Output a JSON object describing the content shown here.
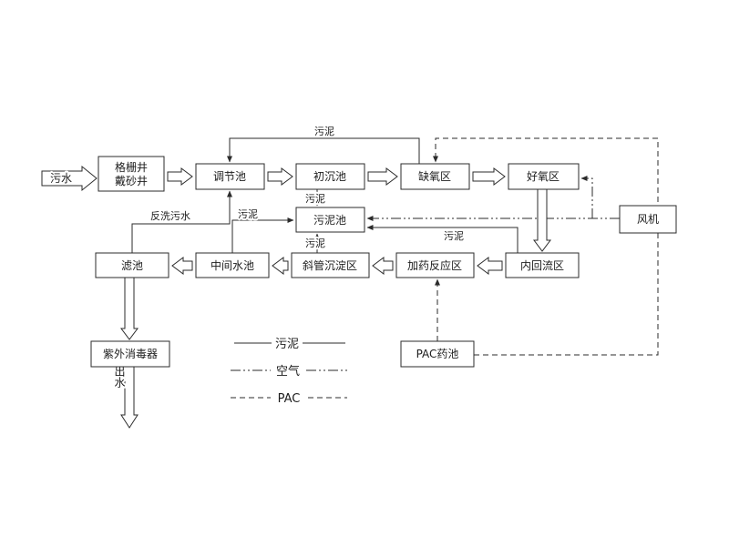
{
  "flow": {
    "influent": "污水",
    "effluent": "出水"
  },
  "boxes": {
    "grit": {
      "line1": "格栅井",
      "line2": "戴砂井"
    },
    "regulating": "调节池",
    "primary": "初沉池",
    "anoxic": "缺氧区",
    "aerobic": "好氧区",
    "blower": "风机",
    "sludge_tank": "污泥池",
    "internal_reflux": "内回流区",
    "dosing_reaction": "加药反应区",
    "inclined_tube": "斜管沉淀区",
    "intermediate": "中间水池",
    "filter": "滤池",
    "uv": "紫外消毒器",
    "pac_tank": "PAC药池"
  },
  "labels": {
    "sludge_return": "污泥",
    "sludge_primary": "污泥",
    "sludge_settler": "污泥",
    "sludge_intermediate": "污泥",
    "sludge_reflux": "污泥",
    "backwash": "反洗污水"
  },
  "legend": {
    "sludge": "污泥",
    "air": "空气",
    "pac": "PAC"
  },
  "colors": {
    "line": "#2b2b2b",
    "background": "#ffffff"
  }
}
